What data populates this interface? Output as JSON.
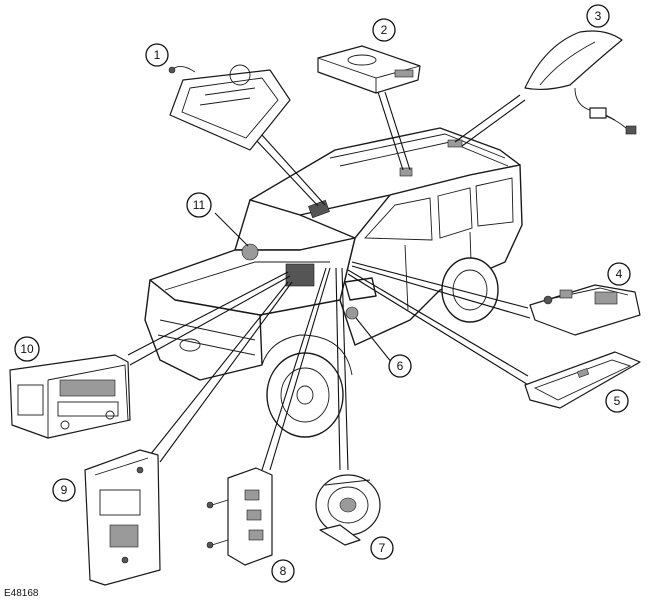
{
  "figure_id": "E48168",
  "callouts": [
    {
      "label": "1"
    },
    {
      "label": "2"
    },
    {
      "label": "3"
    },
    {
      "label": "4"
    },
    {
      "label": "5"
    },
    {
      "label": "6"
    },
    {
      "label": "7"
    },
    {
      "label": "8"
    },
    {
      "label": "9"
    },
    {
      "label": "10"
    },
    {
      "label": "11"
    }
  ]
}
